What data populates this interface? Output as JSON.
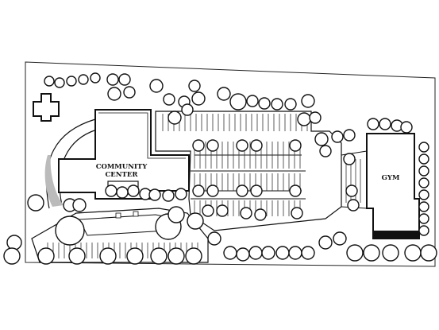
{
  "labels": {
    "community_center_line1": "COMMUNITY",
    "community_center_line2": "CENTER",
    "gym": "GYM"
  },
  "colors": {
    "ink": "#111111",
    "paper": "#ffffff"
  }
}
